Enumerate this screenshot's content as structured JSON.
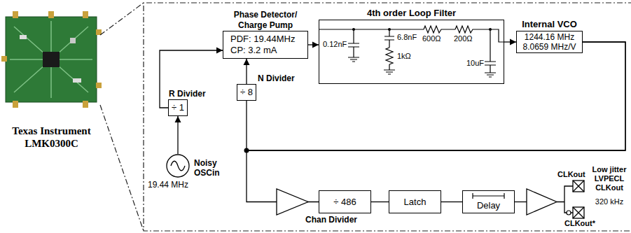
{
  "diagram": {
    "nodes": [
      {
        "text": [
          "Phase Detector/ Charge Pump",
          "PDF: 19.44MHz CP: 3.2 mA"
        ]
      },
      {
        "text": [
          "4th order Loop Filter"
        ]
      },
      {
        "text": [
          "Internal VCO",
          "1244.16 MHz 8.0659 MHz/V"
        ]
      },
      {
        "text": [
          "R Divider",
          "÷ 1"
        ]
      },
      {
        "text": [
          "N Divider",
          "÷ 8"
        ]
      },
      {
        "text": [
          "Noisy OSCin",
          "19.44 MHz"
        ]
      },
      {
        "text": [
          "÷ 486",
          "Chan Divider"
        ]
      },
      {
        "text": [
          "Latch"
        ]
      },
      {
        "text": [
          "Delay"
        ]
      }
    ],
    "edges": [
      {
        "from": 5,
        "to": 3,
        "arrow": "to"
      },
      {
        "from": 3,
        "to": 0,
        "arrow": "to"
      },
      {
        "from": 4,
        "to": 0,
        "arrow": "to"
      },
      {
        "from": 0,
        "to": 1,
        "arrow": "to"
      },
      {
        "from": 1,
        "to": 2,
        "arrow": "to"
      },
      {
        "from": 2,
        "to": 4,
        "arrow": "none"
      },
      {
        "from": 2,
        "to": 6,
        "arrow": "none"
      },
      {
        "from": 6,
        "to": 7,
        "arrow": "none"
      },
      {
        "from": 7,
        "to": 8,
        "arrow": "none"
      }
    ],
    "labels": [
      "Texas Instrument LMK0300C",
      "0.12nF",
      "6.8nF",
      "600Ω",
      "200Ω",
      "1kΩ",
      "10uF",
      "CLKout",
      "CLKout*",
      "Low jitter LVPECL CLKout",
      "320 kHz"
    ]
  }
}
